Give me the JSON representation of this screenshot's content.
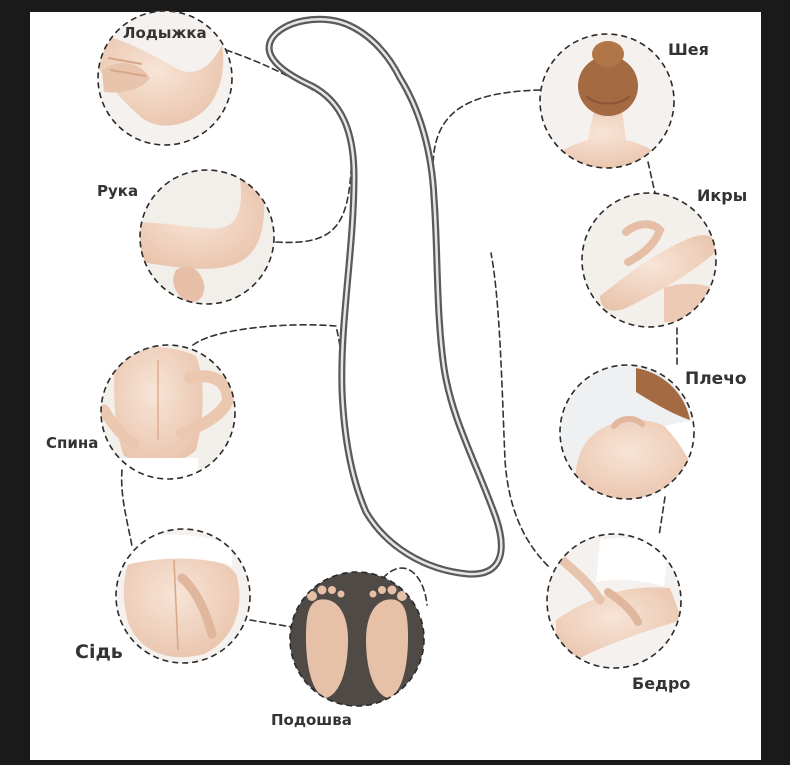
{
  "labels": {
    "ankle": "Лодыжка",
    "arm": "Рука",
    "back": "Спина",
    "buttocks": "Сідь",
    "sole": "Подошва",
    "neck": "Шея",
    "calves": "Икры",
    "shoulder": "Плечо",
    "thigh": "Бедро"
  },
  "colors": {
    "frame": "#1a1a1a",
    "background": "#ffffff",
    "skin": "#f3d6c3",
    "skin_shade": "#e3b9a0",
    "hair": "#a46a42",
    "sole_backdrop": "#4f4a46",
    "dashes": "#333333",
    "label": "#333333"
  },
  "icons": [
    "gua-sha-tool-icon",
    "ankle-icon",
    "arm-icon",
    "back-icon",
    "buttocks-icon",
    "sole-icon",
    "neck-icon",
    "calves-icon",
    "shoulder-icon",
    "thigh-icon"
  ]
}
